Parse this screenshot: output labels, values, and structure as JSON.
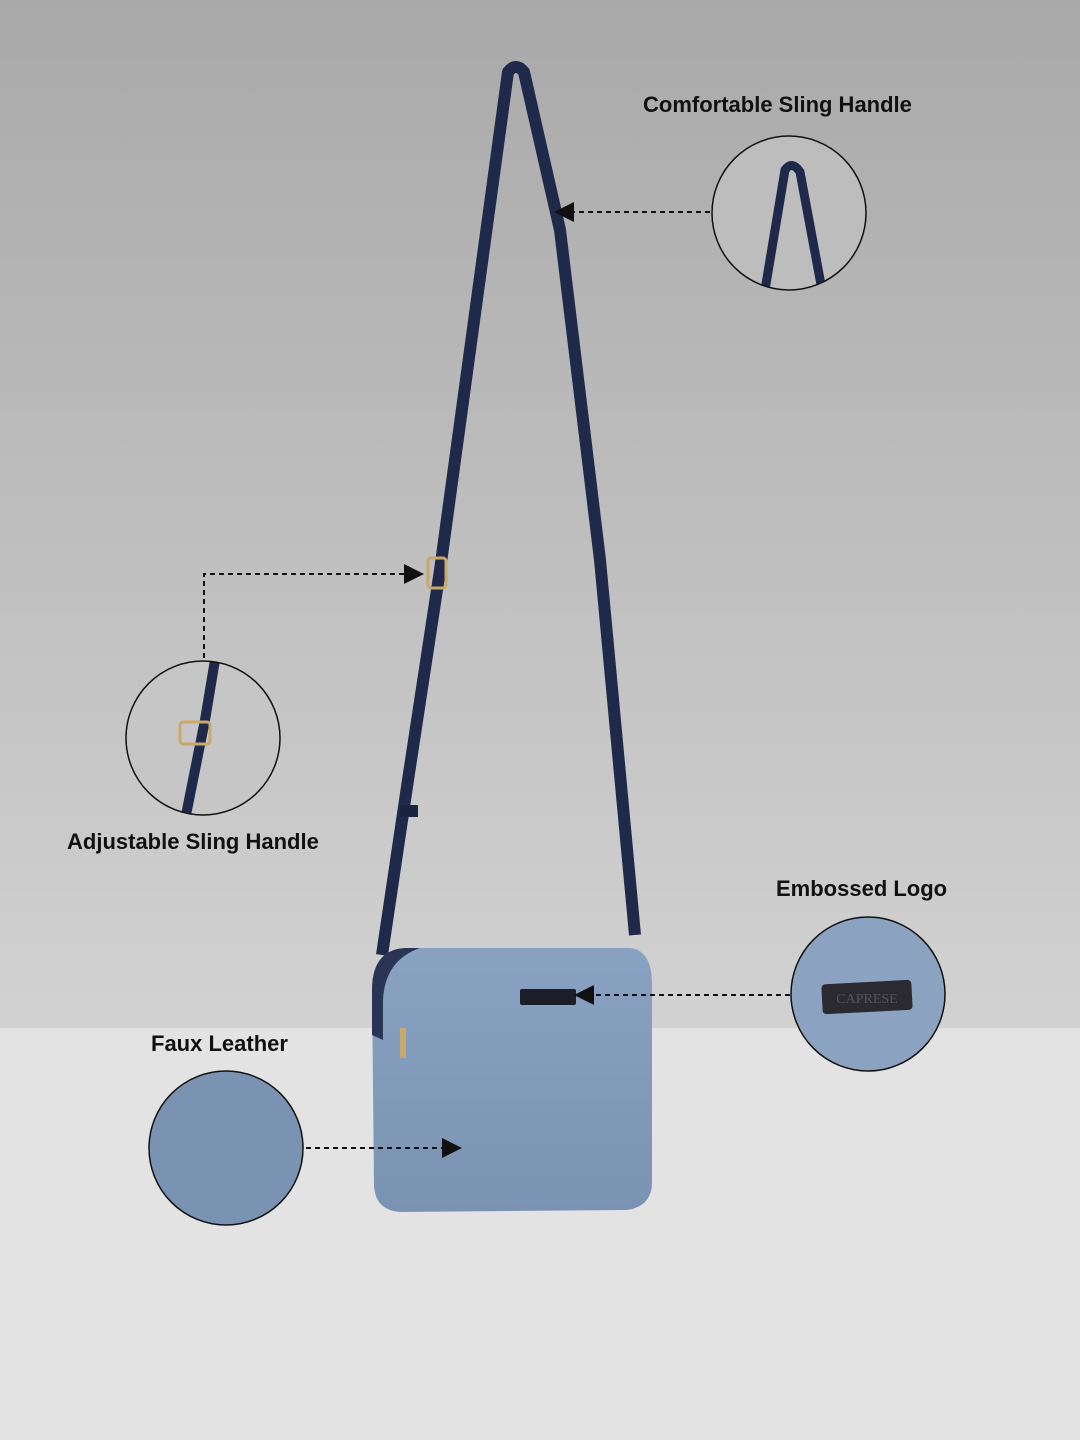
{
  "callouts": {
    "comfortable": "Comfortable Sling Handle",
    "adjustable": "Adjustable Sling Handle",
    "embossed": "Embossed Logo",
    "faux": "Faux Leather"
  },
  "logo_text": "CAPRESE",
  "colors": {
    "bag": "#7f98b8",
    "strap": "#1f2a4a",
    "wall": "#b8b8b8",
    "floor": "#e3e3e3"
  }
}
